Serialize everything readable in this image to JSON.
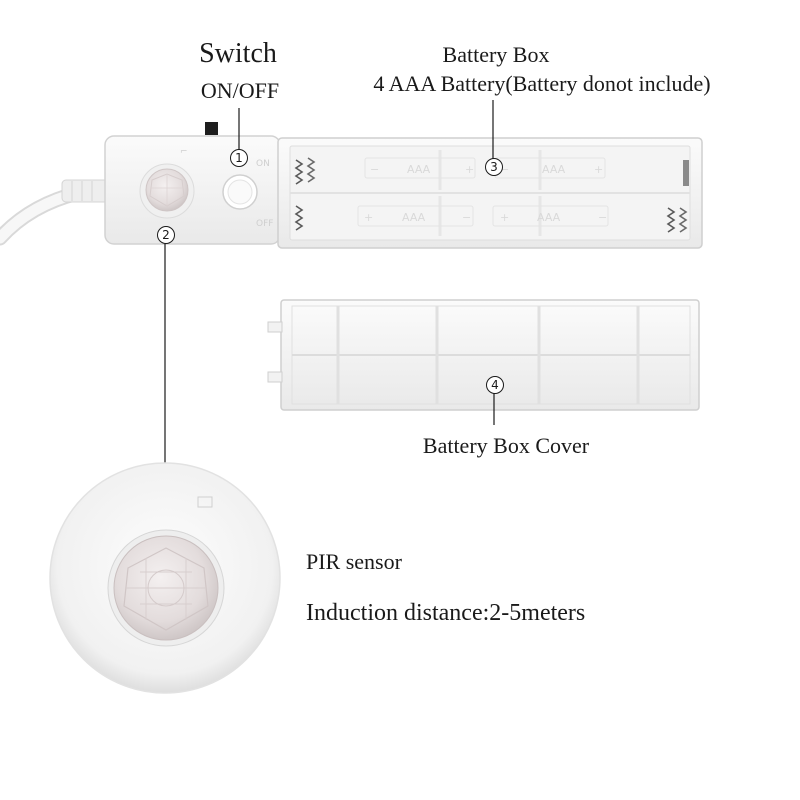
{
  "labels": {
    "switch_title": "Switch",
    "switch_state": "ON/OFF",
    "battery_box_title": "Battery Box",
    "battery_box_detail": "4 AAA Battery(Battery donot include)",
    "battery_box_cover": "Battery Box Cover",
    "pir_sensor": "PIR sensor",
    "induction_distance": "Induction distance:2-5meters"
  },
  "callouts": {
    "switch": "1",
    "sensor": "2",
    "battery_box": "3",
    "battery_box_cover": "4"
  },
  "device": {
    "battery_markings": [
      "AAA",
      "AAA",
      "AAA",
      "AAA"
    ]
  },
  "colors": {
    "text": "#1a1a1a",
    "housing": "#f7f7f7",
    "housing_edge": "#d6d6d6",
    "sensor_lens": "#e9e4e4",
    "spring": "#555555"
  }
}
